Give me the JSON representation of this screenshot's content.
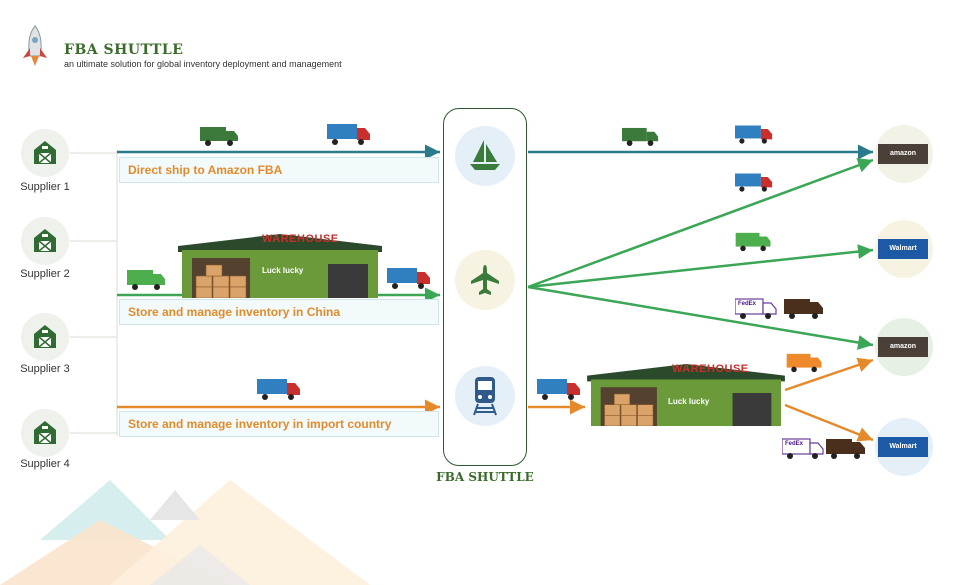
{
  "brand": {
    "title": "FBA SHUTTLE",
    "subtitle": "an ultimate solution for global inventory deployment and management",
    "logo_icon": "rocket-icon"
  },
  "suppliers": [
    {
      "label": "Supplier 1"
    },
    {
      "label": "Supplier 2"
    },
    {
      "label": "Supplier 3"
    },
    {
      "label": "Supplier 4"
    }
  ],
  "routes": [
    {
      "label": "Direct ship to Amazon FBA",
      "color": "#2b7a8c"
    },
    {
      "label": "Store and manage inventory in China",
      "color": "#3aa656"
    },
    {
      "label": "Store and manage inventory in import country",
      "color": "#e48a2b"
    }
  ],
  "shuttle": {
    "label": "FBA SHUTTLE",
    "modes": [
      {
        "icon": "ship-icon"
      },
      {
        "icon": "plane-icon"
      },
      {
        "icon": "train-icon"
      }
    ]
  },
  "warehouse": {
    "sign": "WAREHOUSE",
    "brand": "Luck lucky"
  },
  "destinations": [
    {
      "label": "amazon"
    },
    {
      "label": "Walmart"
    },
    {
      "label": "amazon"
    },
    {
      "label": "Walmart"
    }
  ],
  "carriers": {
    "fedex": "FedEx"
  },
  "colors": {
    "teal": "#2b7a8c",
    "green": "#3aa656",
    "orange": "#e48a2b",
    "brand_green": "#3a6b2a"
  }
}
